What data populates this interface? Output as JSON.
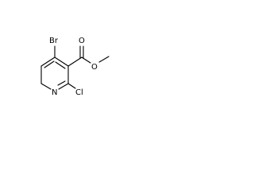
{
  "molecule": {
    "atoms": {
      "bromine": "Br",
      "chlorine": "Cl",
      "ring_nitrogen": "N",
      "carbonyl_oxygen": "O",
      "ester_oxygen": "O"
    }
  }
}
